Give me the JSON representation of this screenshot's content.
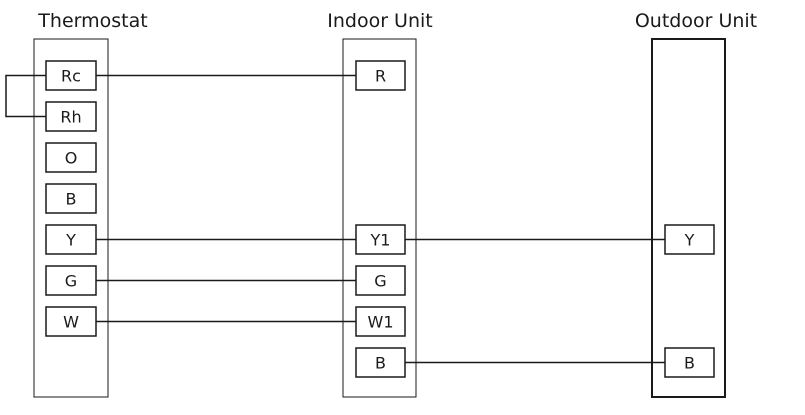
{
  "units": [
    {
      "id": "thermostat",
      "title": "Thermostat",
      "terminals": [
        "Rc",
        "Rh",
        "O",
        "B",
        "Y",
        "G",
        "W"
      ]
    },
    {
      "id": "indoor",
      "title": "Indoor Unit",
      "terminals": [
        "R",
        "Y1",
        "G",
        "W1",
        "B"
      ]
    },
    {
      "id": "outdoor",
      "title": "Outdoor Unit",
      "terminals": [
        "Y",
        "B"
      ]
    }
  ],
  "connections": [
    {
      "from": "thermostat.Rc",
      "to": "indoor.R"
    },
    {
      "from": "thermostat.Y",
      "to": "indoor.Y1"
    },
    {
      "from": "thermostat.G",
      "to": "indoor.G"
    },
    {
      "from": "thermostat.W",
      "to": "indoor.W1"
    },
    {
      "from": "indoor.Y1",
      "to": "outdoor.Y"
    },
    {
      "from": "indoor.B",
      "to": "outdoor.B"
    },
    {
      "from": "thermostat.Rc",
      "to": "thermostat.Rh",
      "type": "jumper"
    }
  ]
}
